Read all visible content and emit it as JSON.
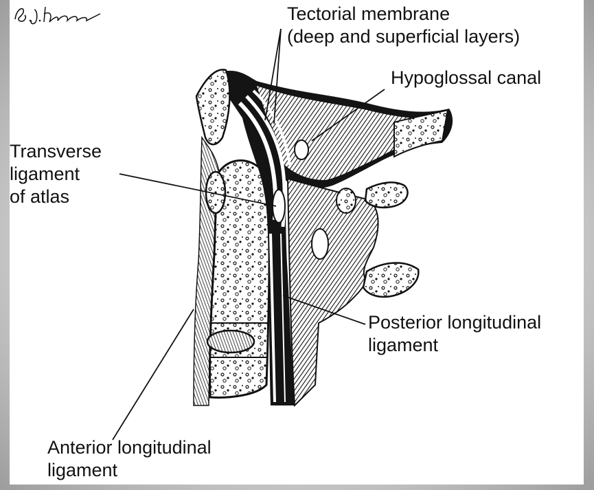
{
  "labels": {
    "tectorial": {
      "line1": "Tectorial membrane",
      "line2": "(deep and superficial layers)"
    },
    "hypoglossal": {
      "line1": "Hypoglossal canal"
    },
    "transverse": {
      "line1": "Transverse",
      "line2": "ligament",
      "line3": "of atlas"
    },
    "posterior": {
      "line1": "Posterior longitudinal",
      "line2": "ligament"
    },
    "anterior": {
      "line1": "Anterior longitudinal",
      "line2": "ligament"
    }
  },
  "signature": "B.J. Hodune",
  "colors": {
    "ink": "#111111",
    "paper": "#ffffff",
    "frame": "#bdbdbd"
  }
}
